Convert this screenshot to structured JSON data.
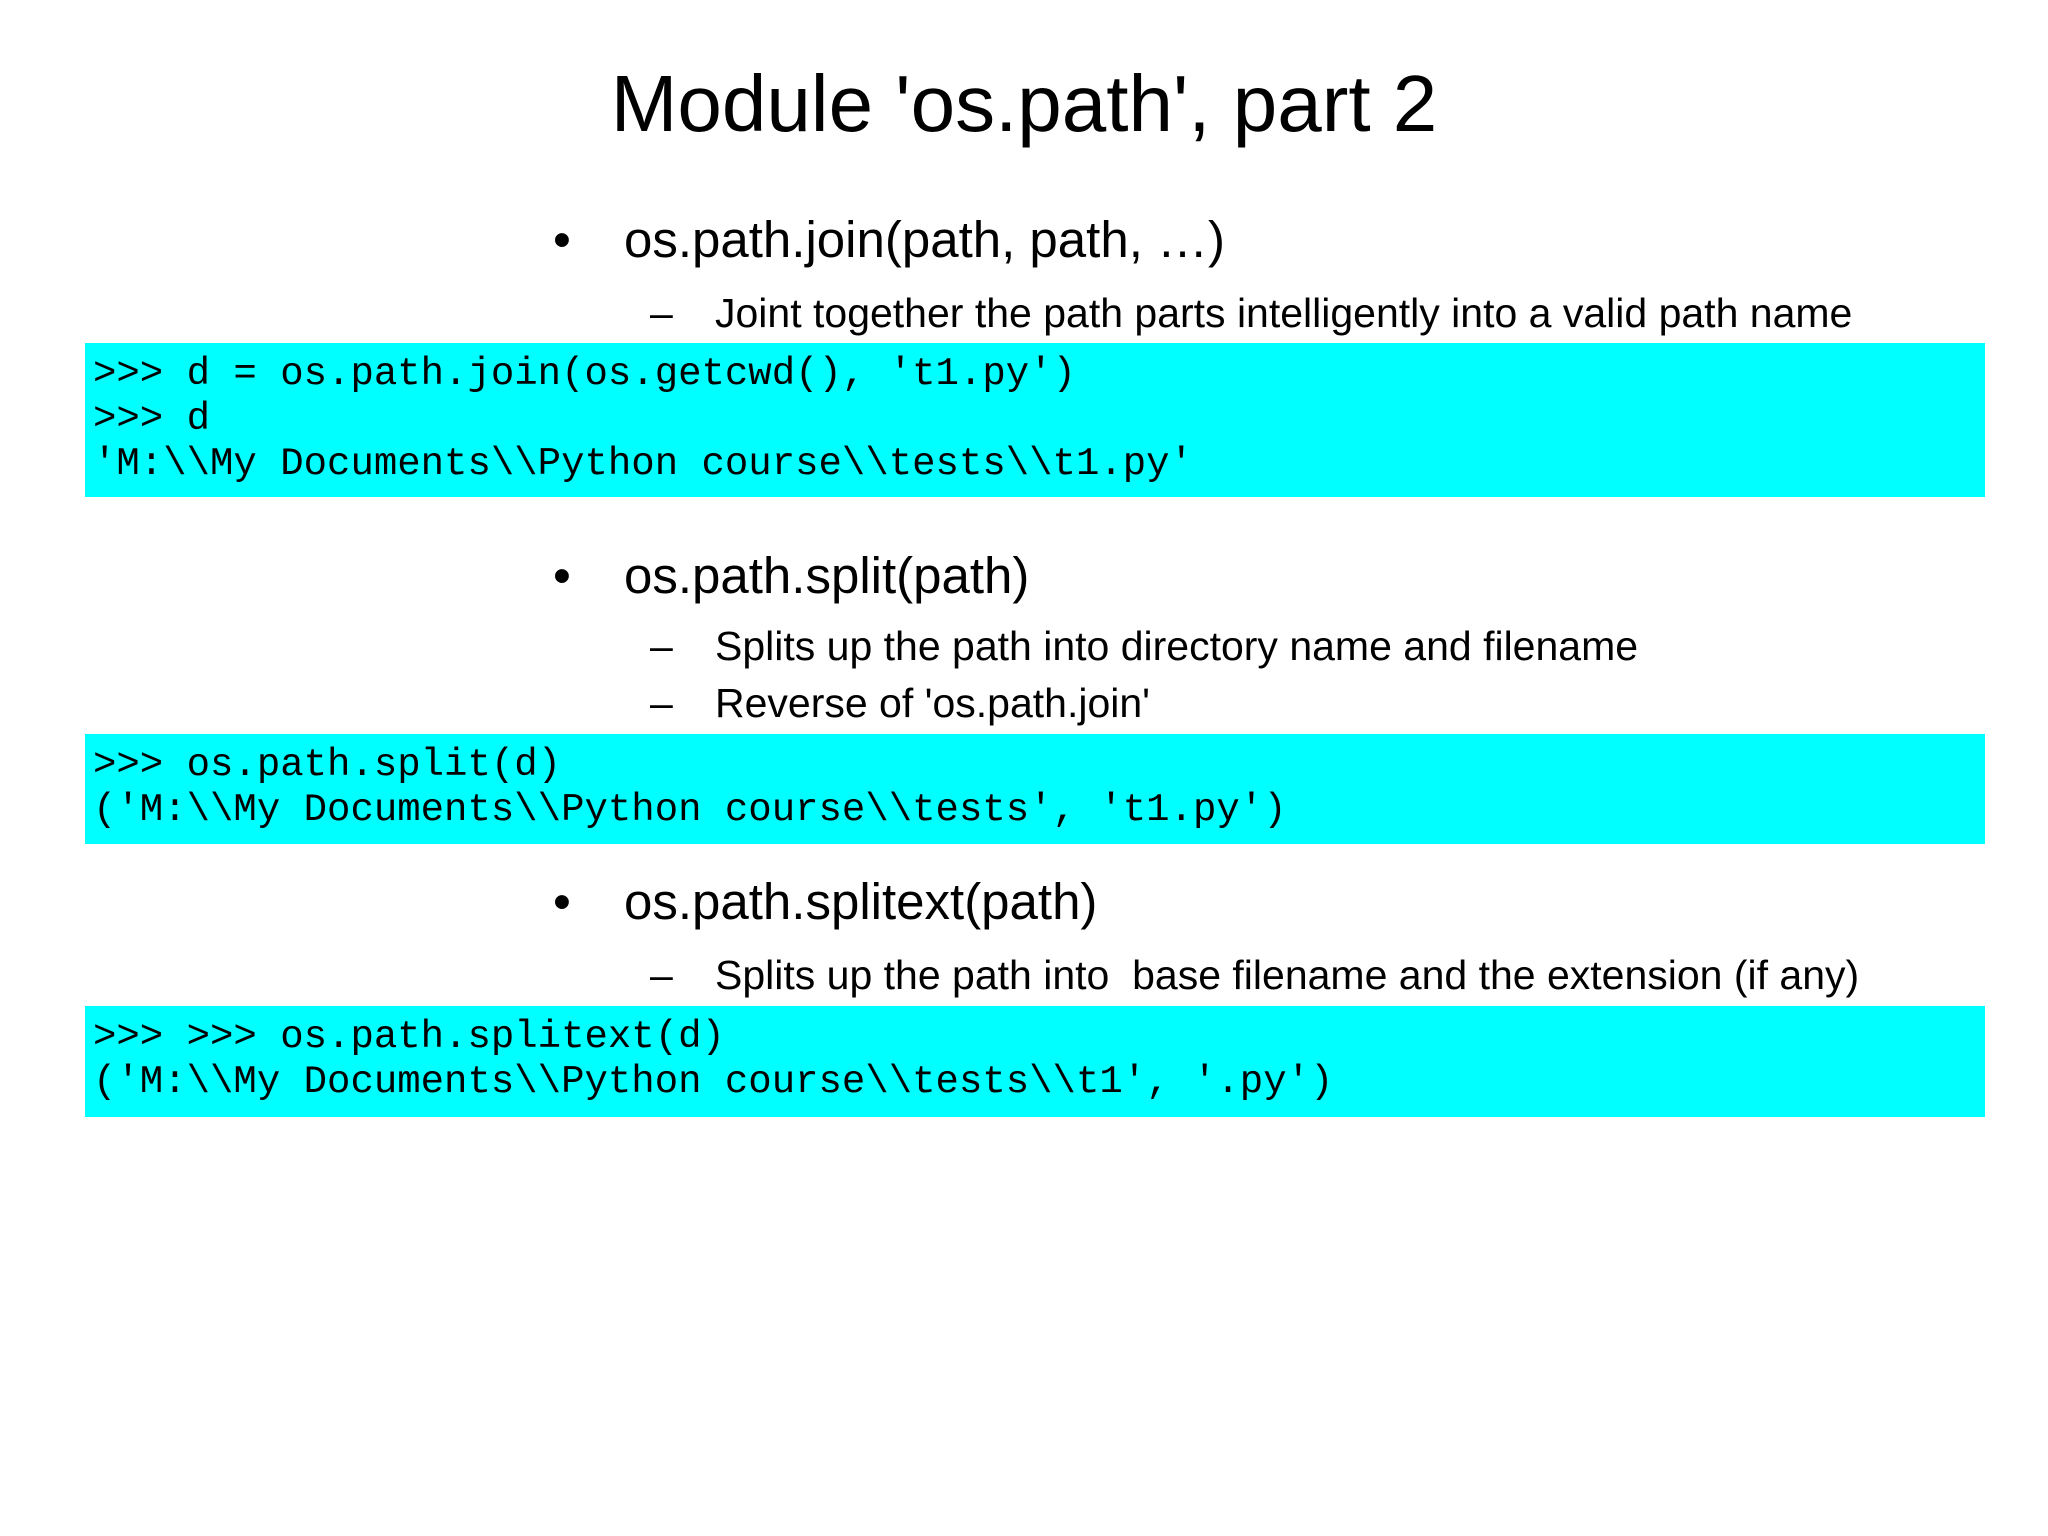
{
  "slide": {
    "title": "Module 'os.path', part 2",
    "bullet_char": "•",
    "dash_char": "–",
    "colors": {
      "background": "#ffffff",
      "text": "#000000",
      "code_background": "#00ffff"
    },
    "sections": [
      {
        "bullet": "os.path.join(path, path, …)",
        "subs": [
          "Joint together the path parts intelligently into a valid path name"
        ],
        "code": [
          ">>> d = os.path.join(os.getcwd(), 't1.py')",
          ">>> d",
          "'M:\\\\My Documents\\\\Python course\\\\tests\\\\t1.py'"
        ]
      },
      {
        "bullet": "os.path.split(path)",
        "subs": [
          "Splits up the path into directory name and filename",
          "Reverse of 'os.path.join'"
        ],
        "code": [
          ">>> os.path.split(d)",
          "('M:\\\\My Documents\\\\Python course\\\\tests', 't1.py')"
        ]
      },
      {
        "bullet": "os.path.splitext(path)",
        "subs": [
          "Splits up the path into  base filename and the extension (if any)"
        ],
        "code": [
          ">>> >>> os.path.splitext(d)",
          "('M:\\\\My Documents\\\\Python course\\\\tests\\\\t1', '.py')"
        ]
      }
    ]
  }
}
